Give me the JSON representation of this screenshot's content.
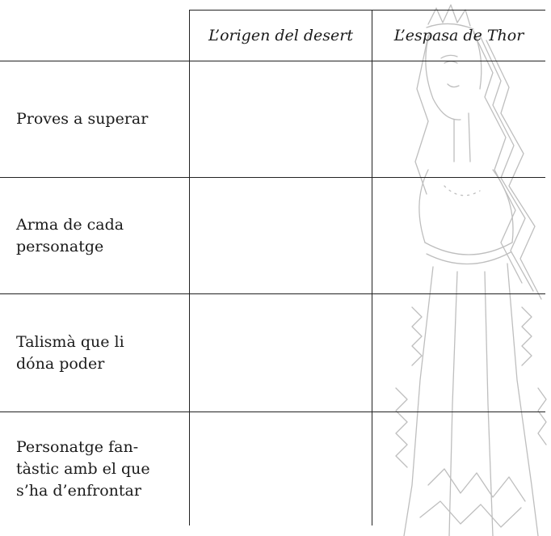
{
  "table": {
    "columns": [
      "L’origen del desert",
      "L’espasa de Thor"
    ],
    "rows": [
      {
        "label_lines": [
          "Proves a superar"
        ]
      },
      {
        "label_lines": [
          "Arma de cada",
          "personatge"
        ]
      },
      {
        "label_lines": [
          "Talismà que li",
          "dóna poder"
        ]
      },
      {
        "label_lines": [
          "Personatge fan-",
          "tàstic amb el que",
          "s’ha d’enfrontar"
        ]
      }
    ]
  }
}
